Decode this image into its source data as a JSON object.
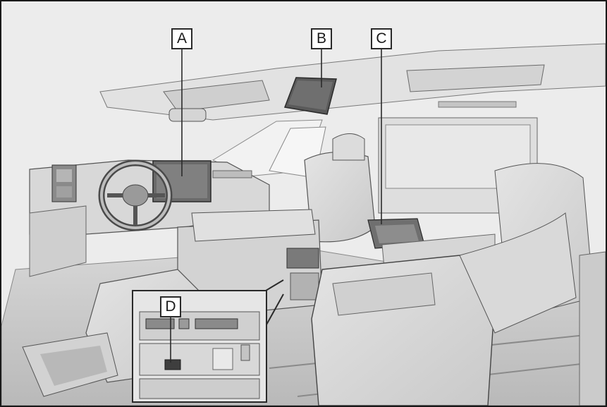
{
  "figure": {
    "kind": "vehicle-interior-illustration",
    "background": "#ececec",
    "line_color": "#3a3a3a",
    "callouts": {
      "a": "A",
      "b": "B",
      "c": "C",
      "d": "D"
    },
    "parts": {
      "a": "front-display-screen",
      "b": "rear-ceiling-display",
      "c": "rear-armrest-control-panel",
      "d": "console-rear-port"
    }
  }
}
